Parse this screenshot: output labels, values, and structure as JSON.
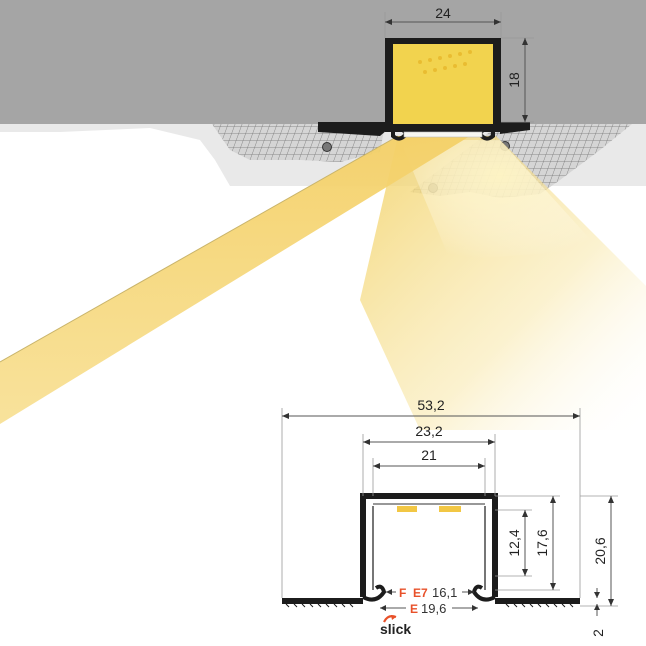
{
  "top_view": {
    "dim_width": "24",
    "dim_height": "18"
  },
  "cross_section": {
    "dim_overall": "53,2",
    "dim_outer_channel": "23,2",
    "dim_inner_channel": "21",
    "dim_depth_inner": "12,4",
    "dim_depth_mid": "17,6",
    "dim_depth_total": "20,6",
    "dim_flange": "2",
    "cover_F_label": "F",
    "cover_E7_label": "E7",
    "cover_E7_value": "16,1",
    "cover_E_label": "E",
    "cover_E_value": "19,6",
    "slick_label": "slick"
  },
  "colors": {
    "ceiling": "#a3a3a3",
    "light": "#f6d35a",
    "accent_red": "#e8512a",
    "profile": "#1c1c1c"
  }
}
